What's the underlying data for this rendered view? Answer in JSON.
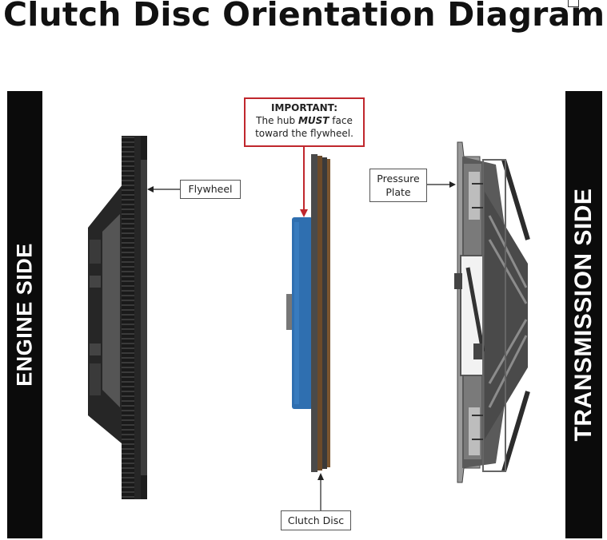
{
  "title": "Clutch Disc Orientation Diagram",
  "side_labels": {
    "engine": "ENGINE SIDE",
    "transmission": "TRANSMISSION SIDE"
  },
  "callouts": {
    "important_head": "IMPORTANT:",
    "important_line1_pre": "The hub ",
    "important_line1_strong": "MUST",
    "important_line1_post": " face",
    "important_line2": "toward the flywheel.",
    "flywheel": "Flywheel",
    "pressure_line1": "Pressure",
    "pressure_line2": "Plate",
    "clutch_disc": "Clutch Disc"
  },
  "colors": {
    "bar": "#0b0b0b",
    "flywheel_dark": "#2b2b2b",
    "flywheel_face": "#6a6a6a",
    "hub_blue": "#2f6fb0",
    "disc_brown": "#6b4a2a",
    "important_border": "#c0272d",
    "pressure_gray": "#8a8a8a"
  },
  "icons": {
    "flywheel": "flywheel-icon",
    "clutch_disc": "clutch-disc-icon",
    "pressure_plate": "pressure-plate-icon"
  }
}
